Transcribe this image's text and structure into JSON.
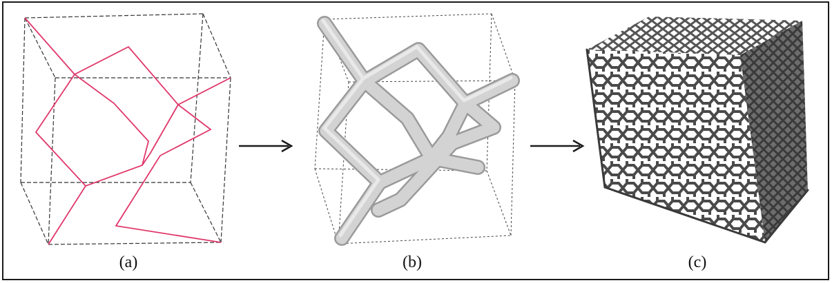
{
  "panels": [
    {
      "id": "a",
      "label": "(a)"
    },
    {
      "id": "b",
      "label": "(b)"
    },
    {
      "id": "c",
      "label": "(c)"
    }
  ],
  "colors": {
    "cube_edge": "#333333",
    "network_line": "#e0376a",
    "strut_fill": "#d3d3d3",
    "strut_stroke": "#9a9a9a",
    "lattice": "#555555",
    "arrow": "#1a1a1a"
  }
}
